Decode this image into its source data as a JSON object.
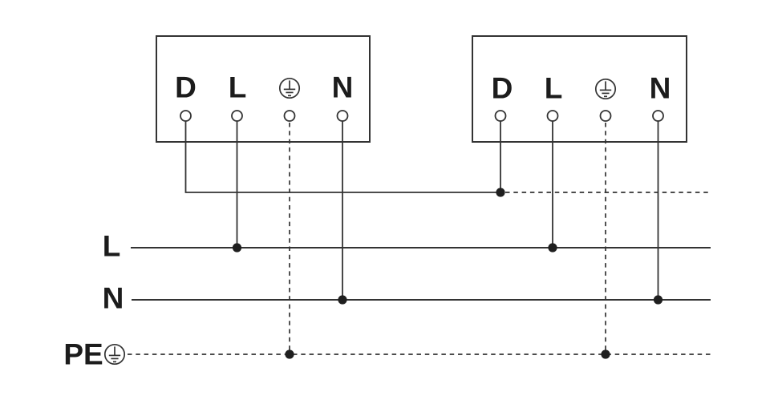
{
  "diagram": {
    "type": "wiring-diagram",
    "colors": {
      "background": "#ffffff",
      "line": "#333333",
      "text": "#1c1c1c",
      "junction_dot": "#1f1f1f"
    },
    "devices": [
      {
        "name": "device-1",
        "terminals": [
          {
            "label": "D"
          },
          {
            "label": "L"
          },
          {
            "icon": "protective-earth-icon"
          },
          {
            "label": "N"
          }
        ]
      },
      {
        "name": "device-2",
        "terminals": [
          {
            "label": "D"
          },
          {
            "label": "L"
          },
          {
            "icon": "protective-earth-icon"
          },
          {
            "label": "N"
          }
        ]
      }
    ],
    "buses": [
      {
        "label": "L",
        "line_style": "solid"
      },
      {
        "label": "N",
        "line_style": "solid"
      },
      {
        "label": "PE",
        "icon": "protective-earth-icon",
        "line_style": "dashed"
      }
    ],
    "interconnect": {
      "from": "device-1-terminal-d",
      "to": "device-2-terminal-d",
      "continuation_style": "dashed"
    }
  }
}
